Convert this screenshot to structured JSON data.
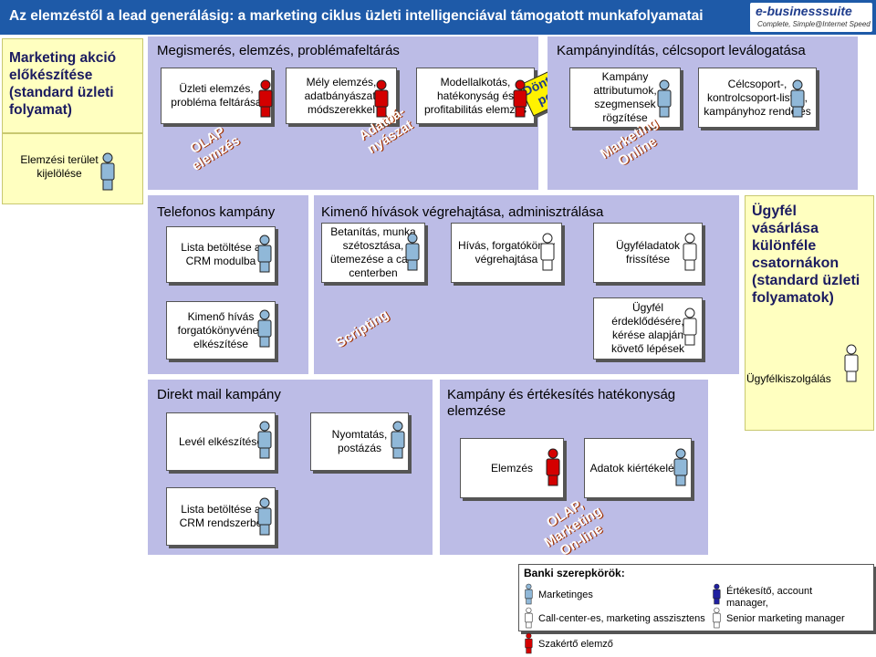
{
  "header": {
    "title": "Az elemzéstől a lead generálásig: a marketing ciklus üzleti intelligenciával támogatott munkafolyamatai",
    "logo_text": "e-businesssuite",
    "logo_slogan": "Complete, Simple@Internet Speed"
  },
  "colors": {
    "header_blue": "#1e5aa8",
    "panel_lavender": "#bcbce6",
    "panel_yellow": "#ffffc0",
    "marketer": "#90b8d8",
    "analyst": "#d40000",
    "manager": "#2020a0",
    "callcenter": "#ffffff"
  },
  "left": {
    "title": "Marketing akció előkészítése (standard üzleti folyamat)",
    "area": "Elemzési terület kijelölése"
  },
  "analysis": {
    "title": "Megismerés, elemzés, problémafeltárás",
    "b1": "Üzleti elemzés, probléma feltárása",
    "b2": "Mély elemzés, adatbányászati módszerekkel",
    "b3": "Modellalkotás, hatékonyság és profitabilitás elemzés",
    "tag1": "OLAP elemzés",
    "tag2": "Adatbá- nyászat"
  },
  "decision": "Döntési pont",
  "campaign": {
    "title": "Kampányindítás, célcsoport leválogatása",
    "b1": "Kampány attributumok, szegmensek rögzítése",
    "b2": "Célcsoport-, kontrolcsoport-listák, kampányhoz rendelés",
    "tag": "Marketing Online"
  },
  "phone": {
    "title": "Telefonos kampány",
    "b1": "Lista betöltése a CRM modulba",
    "b2": "Kimenő hívás forgatókönyvének elkészítése"
  },
  "outbound": {
    "title": "Kimenő hívások végrehajtása, adminisztrálása",
    "b1": "Betanítás, munka szétosztása, ütemezése a call-centerben",
    "b2": "Hívás, forgatókönyv végrehajtása",
    "b3": "Ügyféladatok frissítése",
    "b4": "Ügyfél érdeklődésére, kérése alapján követő lépések",
    "tag": "Scripting"
  },
  "customer": {
    "title": "Ügyfél vásárlása különféle csatornákon (standard üzleti folyamatok)",
    "service": "Ügyfélkiszolgálás"
  },
  "mail": {
    "title": "Direkt mail kampány",
    "b1": "Levél elkészítése",
    "b2": "Nyomtatás, postázás",
    "b3": "Lista betöltése a CRM rendszerbe"
  },
  "efficiency": {
    "title": "Kampány és értékesítés hatékonyság elemzése",
    "b1": "Elemzés",
    "b2": "Adatok kiértékelése",
    "tag": "OLAP, Marketing On-line"
  },
  "legend": {
    "title": "Banki szerepkörök:",
    "r1": "Marketinges",
    "r2": "Értékesítő, account manager,",
    "r3": "Call-center-es, marketing asszisztens",
    "r4": "Senior marketing manager",
    "r5": "Szakértő elemző"
  }
}
